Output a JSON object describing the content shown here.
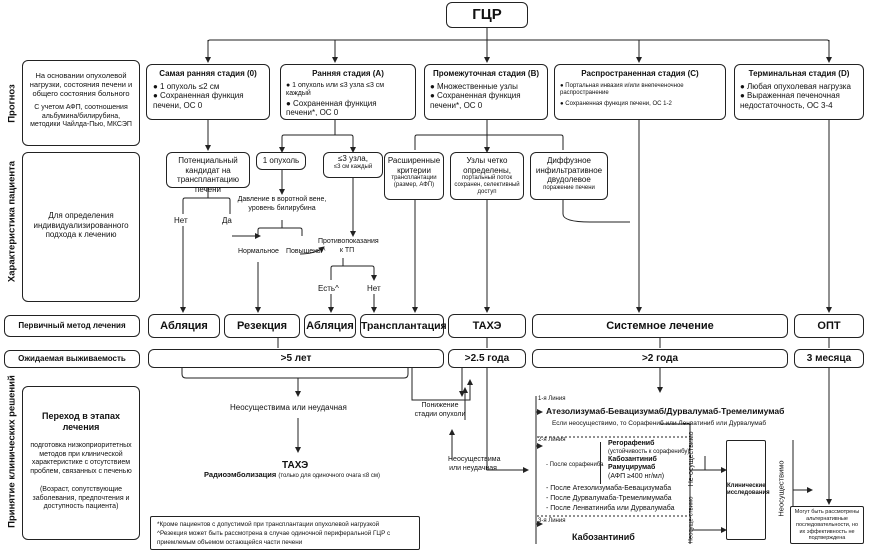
{
  "title": "ГЦР",
  "rows": {
    "prognosis": "Прогноз",
    "patient": "Характеристика пациента",
    "primary": "Первичный метод лечения",
    "survival_row": "Ожидаемая выживаемость",
    "clinical": "Принятие клинических решений"
  },
  "left": {
    "prognosis_text": "На основании опухолевой нагрузки, состояния печени и общего состояния больного",
    "prognosis_note": "С учетом АФП, соотношения альбумина/билирубина, методики Чайлда-Пью, МКСЭП",
    "patient_text": "Для определения индивидуализированного подхода к лечению",
    "primary_text": "Первичный метод лечения",
    "survival_text": "Ожидаемая выживаемость",
    "clinical_title": "Переход в этапах лечения",
    "clinical_text": "подготовка низкоприоритетных методов при клинической характеристике с отсутствием проблем, связанных с печенью",
    "clinical_note": "(Возраст, сопутствующие заболевания, предпочтения и доступность пациента)"
  },
  "stages": [
    {
      "title": "Самая ранняя стадия (0)",
      "l1": "● 1 опухоль ≤2 см",
      "l2": "● Сохраненная функция печени, ОС 0"
    },
    {
      "title": "Ранняя стадия (A)",
      "l1": "● 1 опухоль или ≤3 узла ≤3 см каждый",
      "l2": "● Сохраненная функция печени*, ОС 0"
    },
    {
      "title": "Промежуточная стадия (B)",
      "l1": "● Множественные узлы",
      "l2": "● Сохраненная функция печени*, ОС 0"
    },
    {
      "title": "Распространенная стадия (C)",
      "l1": "● Портальная инвазия и/или внепеченочное распространение",
      "l2": "● Сохраненная функция печени, ОС 1-2"
    },
    {
      "title": "Терминальная стадия (D)",
      "l1": "● Любая опухолевая нагрузка",
      "l2": "● Выраженная печеночная недостаточность, ОС 3-4"
    }
  ],
  "patient": {
    "transplant_candidate": "Потенциальный кандидат на трансплантацию печени",
    "one_tumor": "1 опухоль",
    "three_nodes": "≤3 узла,",
    "three_nodes_sub": "≤3 см каждый",
    "extended": "Расширенные критерии",
    "extended_sub": "трансплантации (размер, АФП)",
    "well_defined": "Узлы четко определены,",
    "well_defined_sub": "портальный поток сохранен, селективный доступ",
    "diffuse": "Диффузное инфильтративное двудолевое",
    "diffuse_sub": "поражение печени",
    "no": "Нет",
    "yes": "Да",
    "pressure": "Давление в воротной вене, уровень билирубина",
    "normal": "Нормальное",
    "elevated": "Повышены^",
    "contra": "Противопоказания к ТП",
    "exists": "Есть^",
    "no2": "Нет"
  },
  "treatments": [
    "Абляция",
    "Резекция",
    "Абляция",
    "Трансплантация",
    "ТАХЭ",
    "Системное лечение",
    "ОПТ"
  ],
  "survival": [
    ">5 лет",
    ">2.5 года",
    ">2 года",
    "3 месяца"
  ],
  "clinical": {
    "unfeasible": "Неосуществима или неудачная",
    "downstaging": "Понижение стадии опухоли",
    "tace": "ТАХЭ",
    "radioembo": "Радиоэмболизация",
    "radioembo_note": "(только для одиночного очага ≤8 см)",
    "unfeasible2": "Неосуществима или неудачная",
    "line1": "1-я Линия",
    "line1_drug": "Атезолизумаб-Бевацизумаб/Дурвалумаб-Тремелимумаб",
    "line1_alt": "Если неосуществимо, то Сорафениб или Ленватиниб или Дурвалумаб",
    "line2": "2-я Линия",
    "after_sorafenib": "- После сорафениба",
    "regorafenib": "Регорафениб",
    "regorafenib_sub": "(устойчивость к сорафенибу)",
    "cabozantinib": "Кабозантиниб",
    "ramucirumab": "Рамуцирумаб",
    "afp": "(АФП ≥400 нг/мл)",
    "after_atezo": "- После Атезолизумаба-Бевацизумаба",
    "after_durva": "- После Дурвалумаба-Тремелимумаба",
    "after_lenva": "- После Ленватиниба или Дурвалумаба",
    "line3": "3-я Линия",
    "cabozantinib3": "Кабозантиниб",
    "not_feasible": "Не-осуществимо",
    "not_feasible_small": "Неосуще-ствимо",
    "trials": "Клинические исследования",
    "not_feasible_vert": "Неосуществимо",
    "opt_note": "Могут быть рассмотрены альтернативные последовательности, но их эффективность не подтверждена"
  },
  "footnotes": {
    "f1": "*Кроме пациентов с допустимой при трансплантации опухолевой нагрузкой",
    "f2": "^Резекция может быть рассмотрена в случае одиночной периферальной ГЦР с приемлемым объемом остающейся части печени"
  }
}
